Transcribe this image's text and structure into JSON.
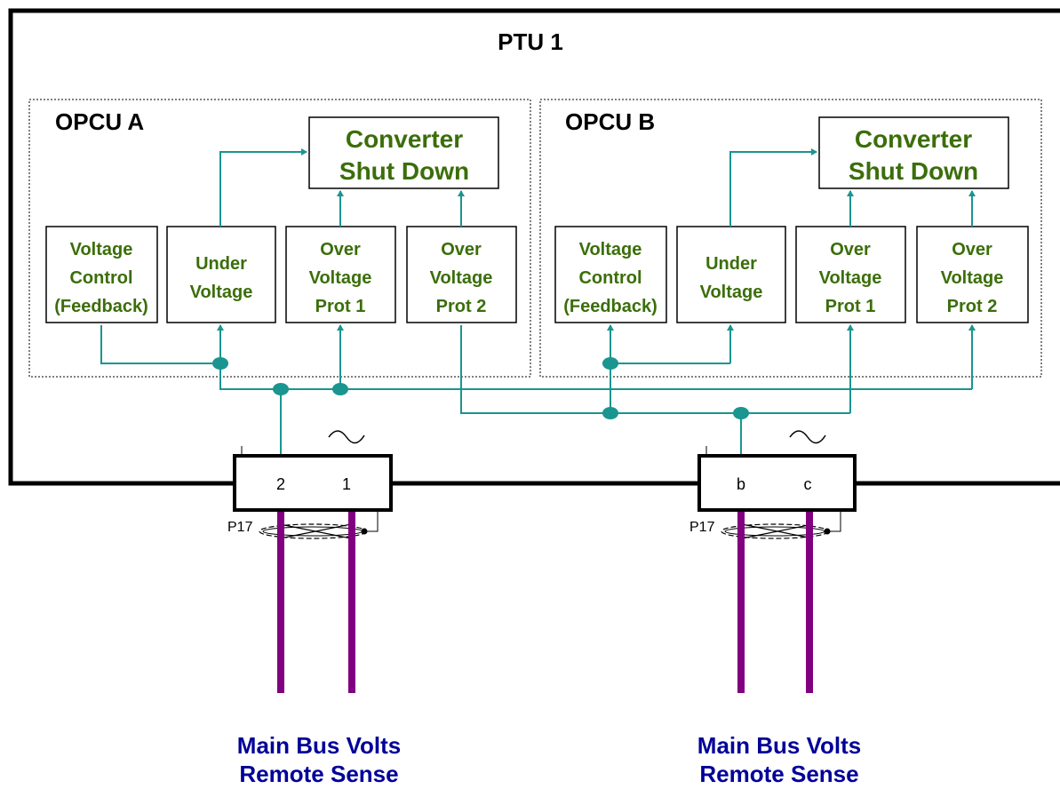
{
  "title": "PTU 1",
  "colors": {
    "block_text": "#3b6e0a",
    "wire": "#1a9590",
    "sense_line": "#800080",
    "sense_label": "#000099",
    "outline": "#000000"
  },
  "opcu_a": {
    "label": "OPCU A",
    "converter": [
      "Converter",
      "Shut Down"
    ],
    "blocks": {
      "voltage_control": [
        "Voltage",
        "Control",
        "(Feedback)"
      ],
      "under_voltage": [
        "Under",
        "Voltage"
      ],
      "over_voltage_1": [
        "Over",
        "Voltage",
        "Prot  1"
      ],
      "over_voltage_2": [
        "Over",
        "Voltage",
        "Prot  2"
      ]
    }
  },
  "opcu_b": {
    "label": "OPCU B",
    "converter": [
      "Converter",
      "Shut Down"
    ],
    "blocks": {
      "voltage_control": [
        "Voltage",
        "Control",
        "(Feedback)"
      ],
      "under_voltage": [
        "Under",
        "Voltage"
      ],
      "over_voltage_1": [
        "Over",
        "Voltage",
        "Prot  1"
      ],
      "over_voltage_2": [
        "Over",
        "Voltage",
        "Prot  2"
      ]
    }
  },
  "connectors": [
    {
      "name": "P17",
      "pins": [
        "2",
        "1"
      ]
    },
    {
      "name": "P17",
      "pins": [
        "b",
        "c"
      ]
    }
  ],
  "sense_labels": [
    [
      "Main Bus Volts",
      "Remote Sense"
    ],
    [
      "Main Bus Volts",
      "Remote Sense"
    ]
  ]
}
